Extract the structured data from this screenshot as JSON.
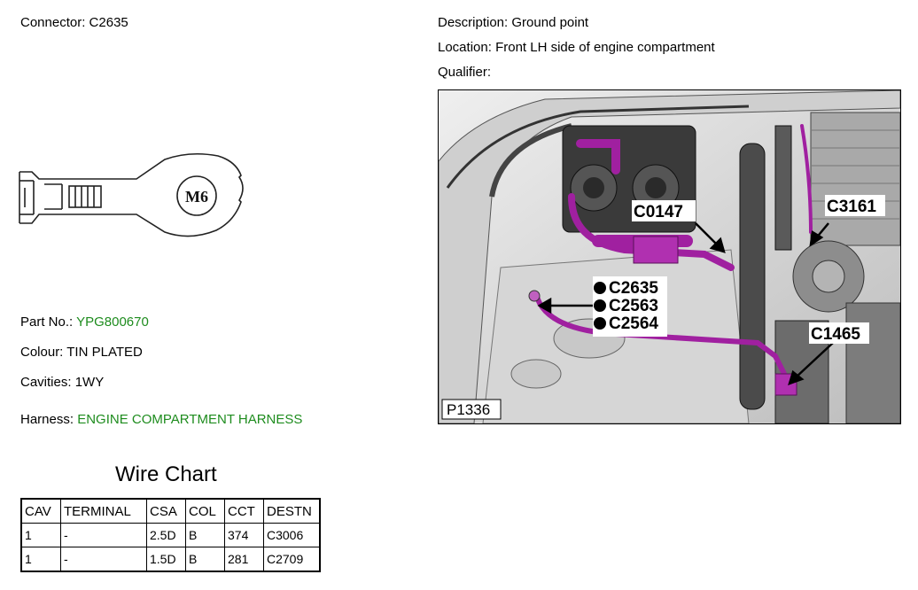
{
  "header": {
    "connector_label": "Connector:",
    "connector_value": "C2635",
    "description_label": "Description:",
    "description_value": "Ground point",
    "location_label": "Location:",
    "location_value": "Front LH side of engine compartment",
    "qualifier_label": "Qualifier:",
    "qualifier_value": ""
  },
  "terminal_drawing": {
    "stud_size": "M6"
  },
  "details": {
    "part_no_label": "Part No.:",
    "part_no_value": "YPG800670",
    "colour_label": "Colour:",
    "colour_value": "TIN PLATED",
    "cavities_label": "Cavities:",
    "cavities_value": "1WY",
    "harness_label": "Harness:",
    "harness_value": "ENGINE COMPARTMENT HARNESS"
  },
  "photo": {
    "callouts": {
      "c0147": "C0147",
      "c3161": "C3161",
      "c2635": "C2635",
      "c2563": "C2563",
      "c2564": "C2564",
      "c1465": "C1465"
    },
    "ref": "P1336"
  },
  "wire_chart": {
    "title": "Wire Chart",
    "columns": [
      "CAV",
      "TERMINAL",
      "CSA",
      "COL",
      "CCT",
      "DESTN"
    ],
    "rows": [
      [
        "1",
        "-",
        "2.5D",
        "B",
        "374",
        "C3006"
      ],
      [
        "1",
        "-",
        "1.5D",
        "B",
        "281",
        "C2709"
      ]
    ]
  },
  "colors": {
    "green_value": "#1e8c1e",
    "harness_wire": "#a020a0"
  }
}
